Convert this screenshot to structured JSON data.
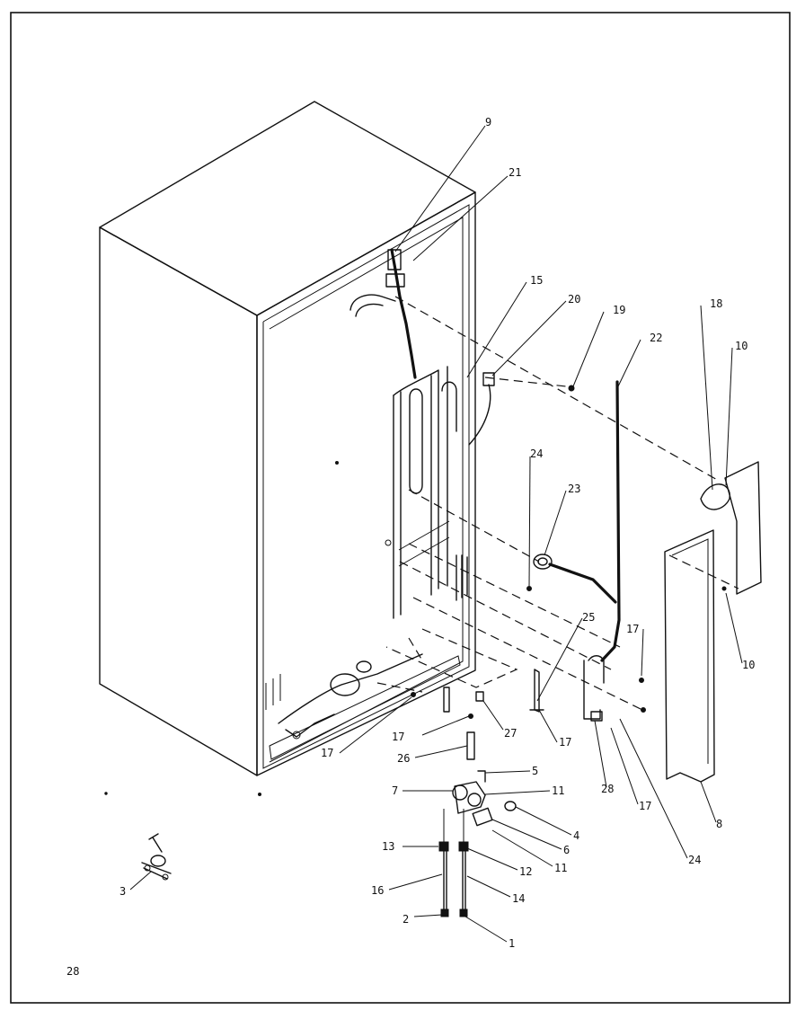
{
  "figure_number": "28",
  "callouts": [
    "1",
    "2",
    "3",
    "4",
    "5",
    "6",
    "7",
    "8",
    "9",
    "10",
    "11",
    "12",
    "13",
    "14",
    "15",
    "16",
    "17",
    "18",
    "19",
    "20",
    "21",
    "22",
    "23",
    "24",
    "25",
    "26",
    "27",
    "28"
  ]
}
